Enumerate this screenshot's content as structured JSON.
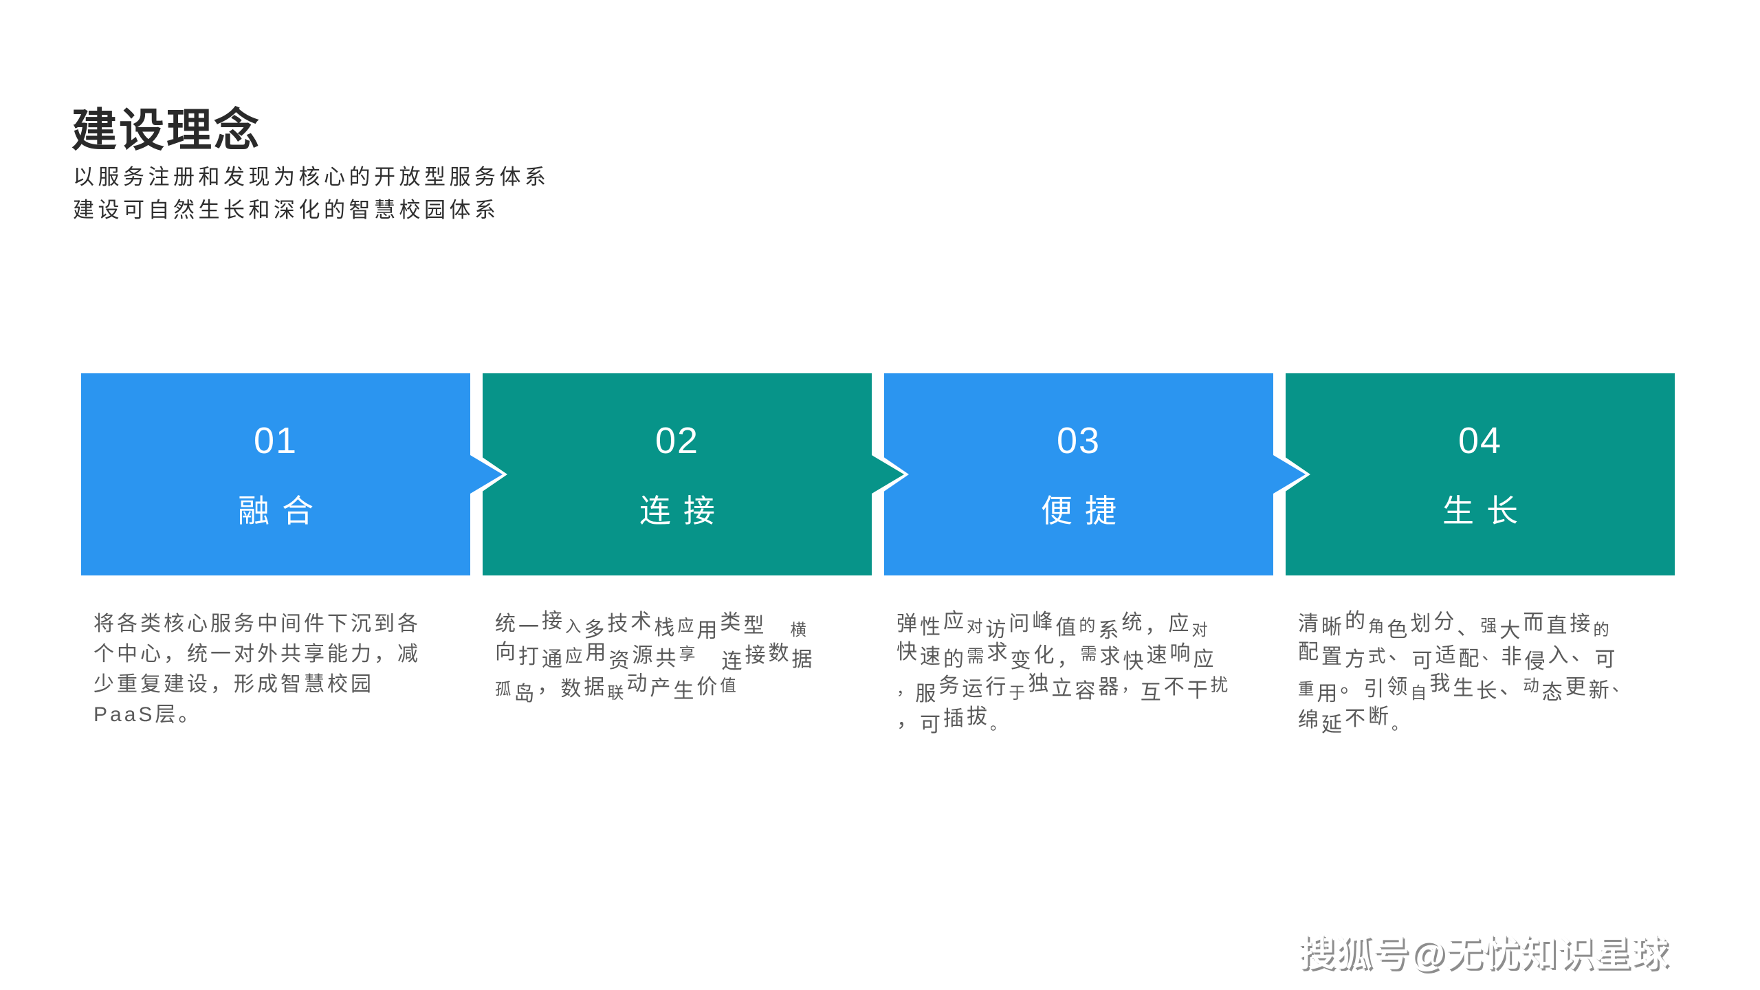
{
  "header": {
    "title": "建设理念",
    "subtitle_lines": [
      "以服务注册和发现为核心的开放型服务体系",
      "建设可自然生长和深化的智慧校园体系"
    ]
  },
  "colors": {
    "accent_blue": "#2B95F0",
    "accent_green": "#079489",
    "text_dark": "#2A2A2A",
    "text_gray": "#5A5A5A"
  },
  "steps": [
    {
      "number": "01",
      "label": "融合",
      "color": "blue",
      "description": "将各类核心服务中间件下沉到各个中心，统一对外共享能力，减少重复建设，形成智慧校园PaaS层。"
    },
    {
      "number": "02",
      "label": "连接",
      "color": "green",
      "description": "统一接入多技术栈应用类型　横向打通应用资源共享　连接数据孤岛，数据联动产生价值"
    },
    {
      "number": "03",
      "label": "便捷",
      "color": "blue",
      "description": "弹性应对访问峰值的系统，应对快速的需求变化，需求快速响应，服务运行于独立容器，互不干扰，可插拔。"
    },
    {
      "number": "04",
      "label": "生长",
      "color": "green",
      "description": "清晰的角色划分、强大而直接的配置方式、可适配、非侵入、可重用。引领自我生长、动态更新、绵延不断。"
    }
  ],
  "watermark": "搜狐号@无忧知识星球"
}
